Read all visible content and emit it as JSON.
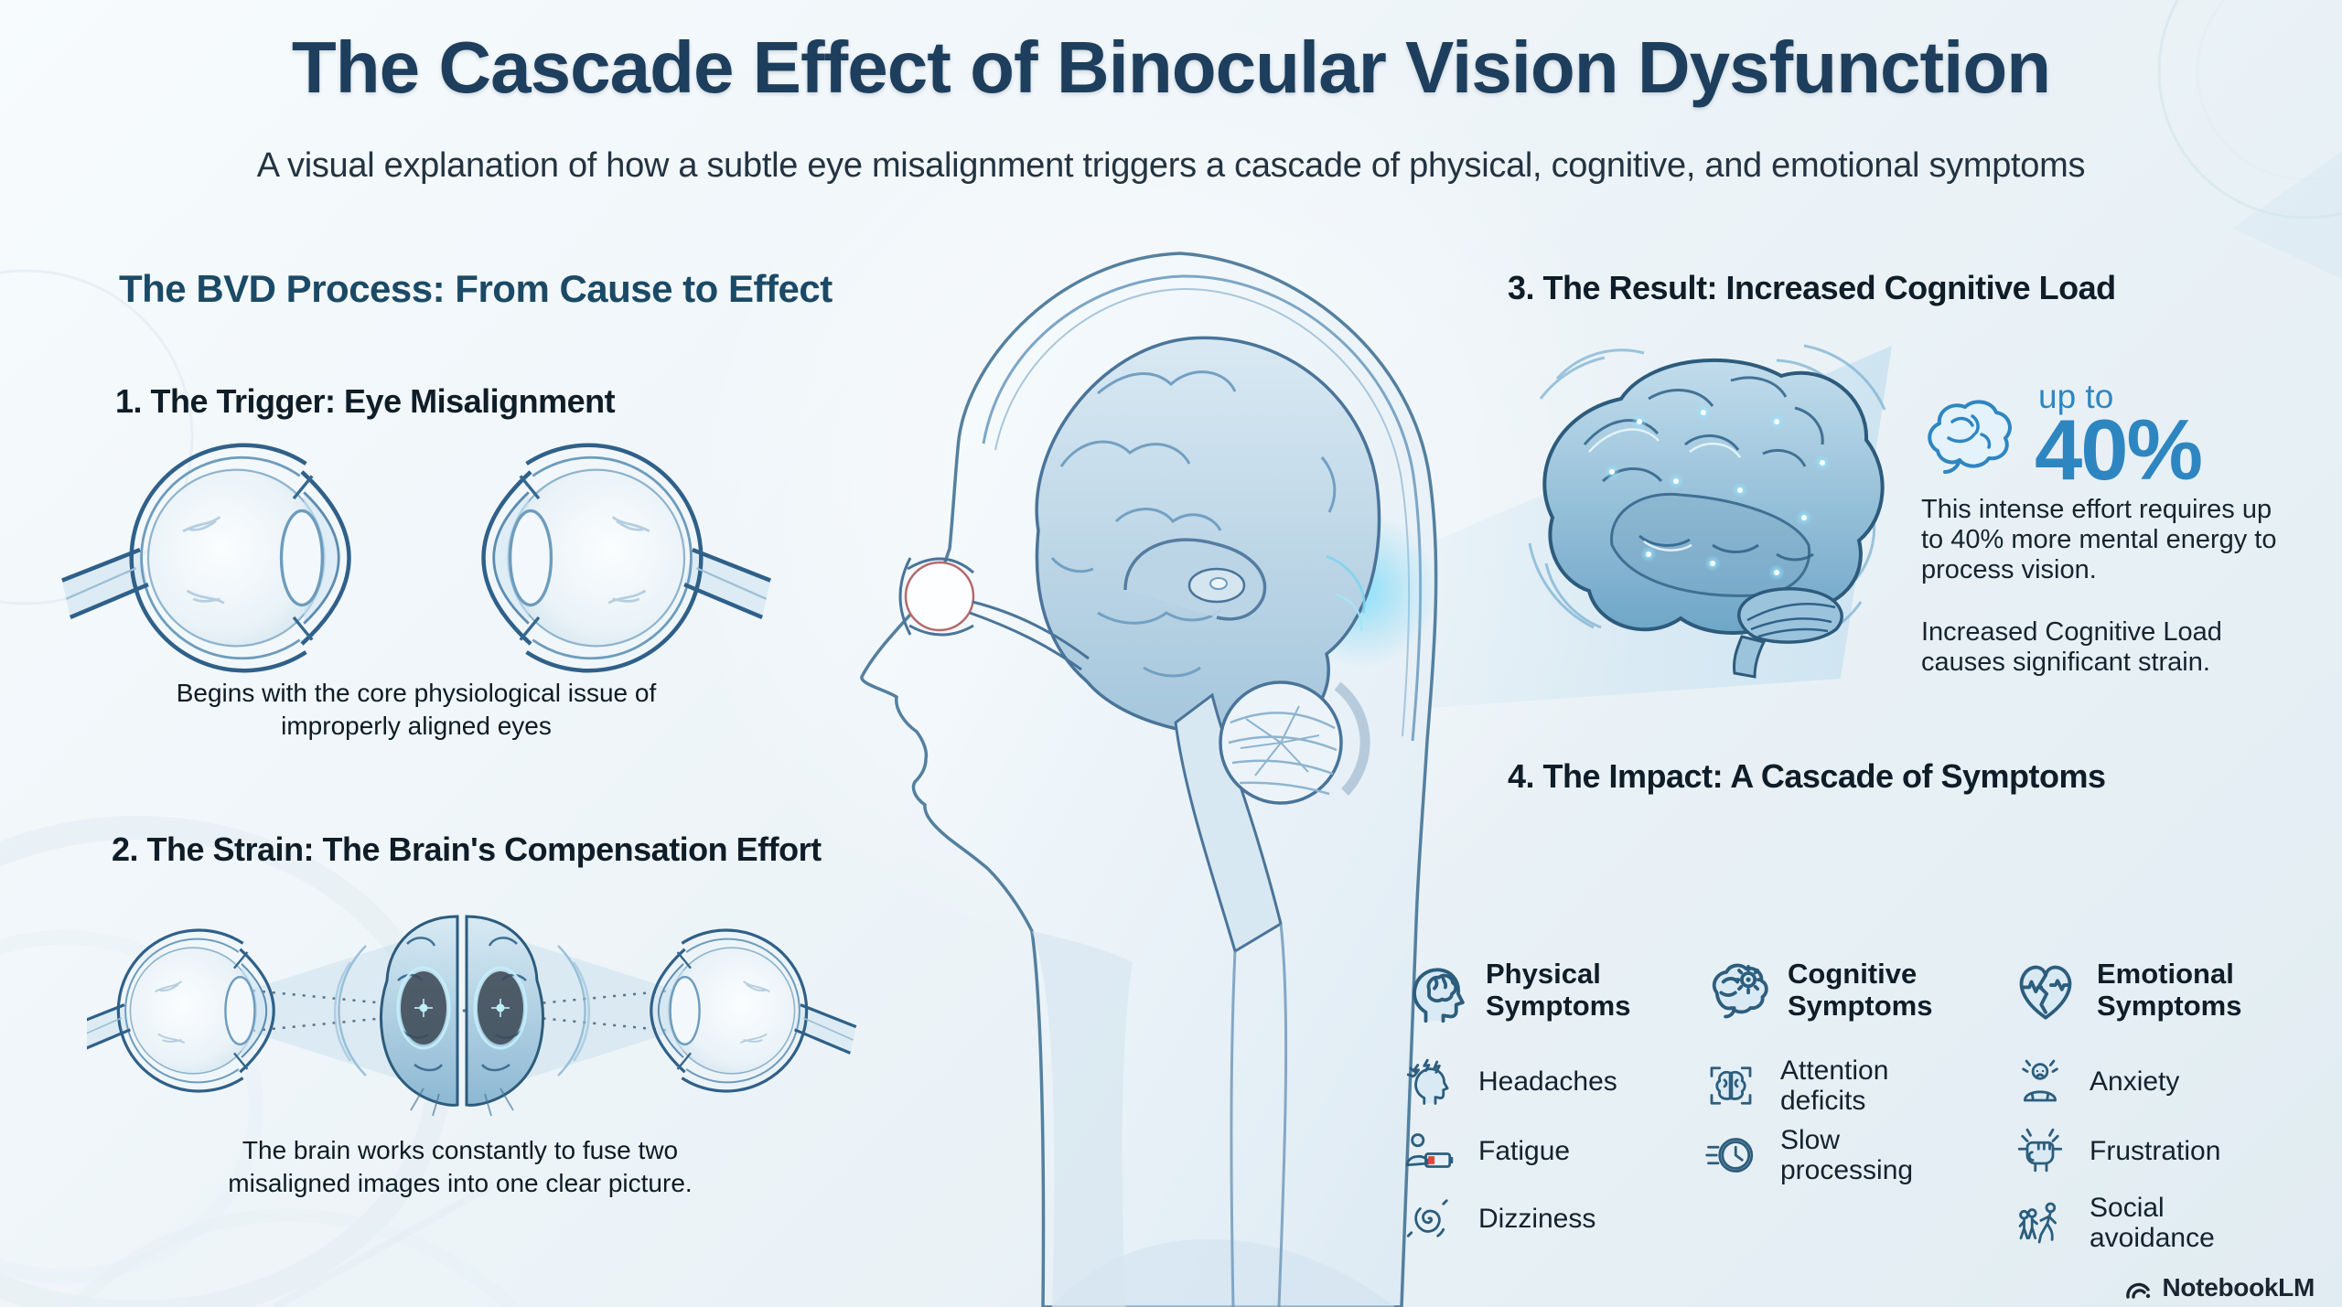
{
  "page": {
    "title": "The Cascade Effect of Binocular Vision Dysfunction",
    "subtitle": "A visual explanation of how a subtle eye misalignment triggers a cascade of physical, cognitive, and emotional symptoms"
  },
  "process": {
    "heading": "The BVD Process: From Cause to Effect",
    "steps": [
      {
        "heading": "1. The Trigger: Eye Misalignment",
        "caption": "Begins with the core physiological issue of improperly aligned eyes",
        "illustration": "two-misaligned-eyeballs"
      },
      {
        "heading": "2. The Strain: The Brain's Compensation Effort",
        "caption": "The brain works constantly to fuse two misaligned images into one clear picture.",
        "illustration": "eyes-fusing-images-in-brain"
      }
    ]
  },
  "center_illustration": "head-profile-with-brain-cross-section",
  "result": {
    "heading": "3. The Result: Increased Cognitive Load",
    "stat_icon": "brain-outline-icon",
    "stat_prefix": "up to",
    "stat_value": "40%",
    "description": "This intense effort requires up to 40% more mental energy to process vision.",
    "note": "Increased Cognitive Load causes significant strain.",
    "illustration": "glowing-brain-with-stress-ripples"
  },
  "impact": {
    "heading": "4. The Impact: A Cascade of Symptoms",
    "columns": [
      {
        "title": "Physical Symptoms",
        "icon": "head-brain-icon",
        "items": [
          {
            "label": "Headaches",
            "icon": "headache-icon"
          },
          {
            "label": "Fatigue",
            "icon": "fatigue-icon"
          },
          {
            "label": "Dizziness",
            "icon": "dizziness-icon"
          }
        ]
      },
      {
        "title": "Cognitive Symptoms",
        "icon": "brain-gear-icon",
        "items": [
          {
            "label": "Attention deficits",
            "icon": "attention-icon"
          },
          {
            "label": "Slow processing",
            "icon": "slow-processing-icon"
          }
        ]
      },
      {
        "title": "Emotional Symptoms",
        "icon": "broken-heart-icon",
        "items": [
          {
            "label": "Anxiety",
            "icon": "anxiety-icon"
          },
          {
            "label": "Frustration",
            "icon": "frustration-icon"
          },
          {
            "label": "Social avoidance",
            "icon": "social-avoidance-icon"
          }
        ]
      }
    ]
  },
  "footer": {
    "brand": "NotebookLM",
    "brand_icon": "notebooklm-logo"
  },
  "colors": {
    "accent_blue": "#2e86c1",
    "title_navy": "#1d3e5c",
    "process_heading_blue": "#1b4a66",
    "text_dark": "#121f2a",
    "battery_red": "#e0483c",
    "illustration_stroke": "#2d5b7c",
    "background_light": "#edf4f8"
  }
}
